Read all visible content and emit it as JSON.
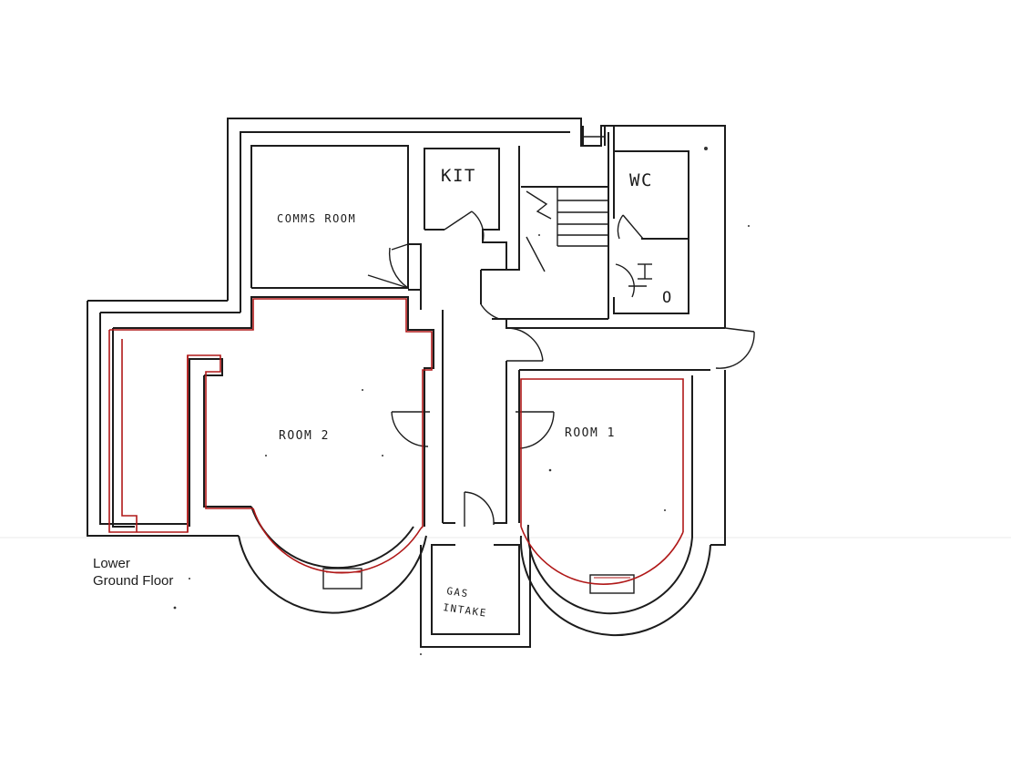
{
  "floor_label": {
    "line1": "Lower",
    "line2": "Ground Floor"
  },
  "rooms": {
    "comms": "COMMS ROOM",
    "kitchen": "KIT",
    "wc": "WC",
    "room2": "ROOM 2",
    "room1": "ROOM 1",
    "gas_line1": "GAS",
    "gas_line2": "INTAKE",
    "boiler_symbol": "O"
  },
  "colors": {
    "walls": "#1c1c1c",
    "highlight": "#b01818",
    "paper": "#ffffff"
  }
}
